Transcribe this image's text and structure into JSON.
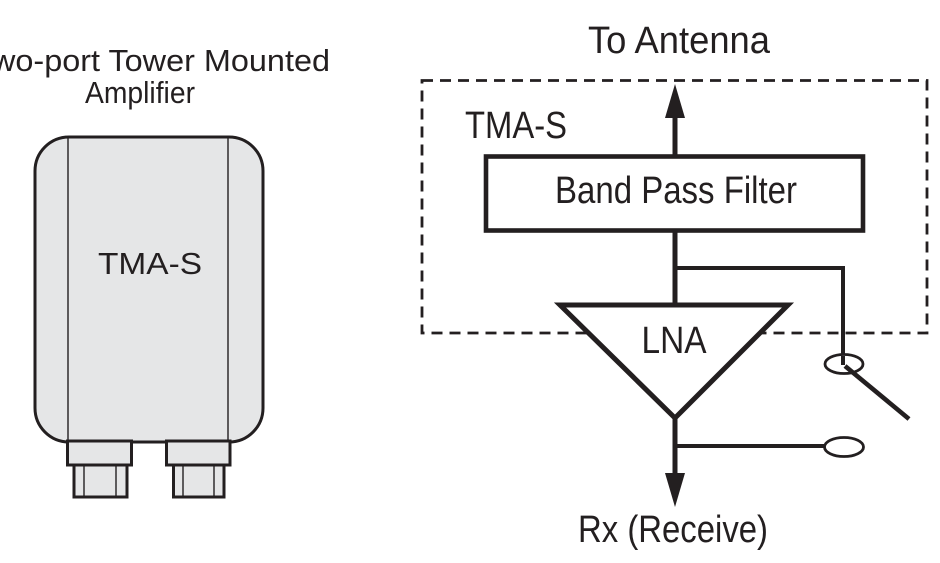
{
  "figure": {
    "left": {
      "title_line1": "wo-port Tower Mounted",
      "title_line2": "Amplifier",
      "device_label": "TMA-S"
    },
    "schematic": {
      "top_label": "To Antenna",
      "enclosure_label": "TMA-S",
      "filter_label": "Band Pass Filter",
      "amplifier_label": "LNA",
      "bottom_label": "Rx (Receive)"
    }
  },
  "colors": {
    "ink": "#231f20",
    "device_fill": "#e5e6e7",
    "background": "#ffffff"
  }
}
